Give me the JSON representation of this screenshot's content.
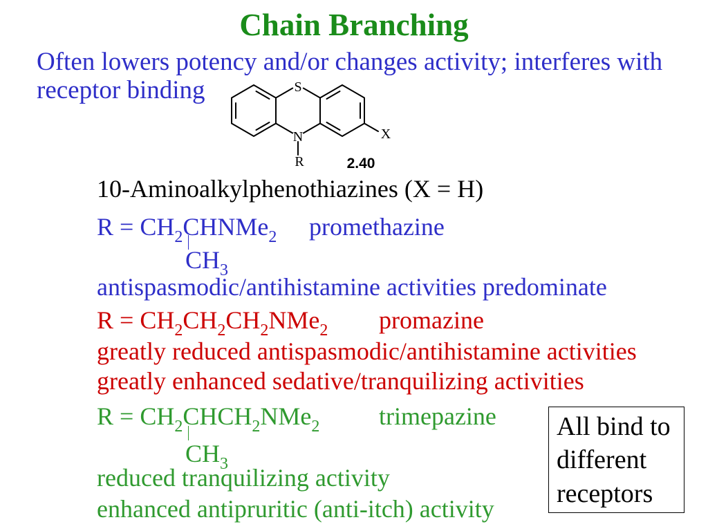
{
  "slide": {
    "title": "Chain Branching",
    "subtitle_lines": [
      "Often lowers potency and/or changes activity; interferes with",
      "receptor binding"
    ]
  },
  "structure": {
    "ring_atom_sulfur": "S",
    "ring_atom_nitrogen": "N",
    "ring_substituent": "X",
    "n_substituent": "R",
    "compound_number": "2.40"
  },
  "class_heading": "10-Aminoalkylphenothiazines (X = H)",
  "compounds": [
    {
      "formula_parts": [
        "R = CH",
        "2",
        "CHNMe",
        "2"
      ],
      "branch_parts": [
        "CH",
        "3"
      ],
      "name": "promethazine",
      "effects": [
        "antispasmodic/antihistamine activities predominate"
      ]
    },
    {
      "formula_parts": [
        "R = CH",
        "2",
        "CH",
        "2",
        "CH",
        "2",
        "NMe",
        "2"
      ],
      "name": "promazine",
      "effects": [
        "greatly reduced antispasmodic/antihistamine activities",
        "greatly enhanced sedative/tranquilizing activities"
      ]
    },
    {
      "formula_parts": [
        "R = CH",
        "2",
        "CHCH",
        "2",
        "NMe",
        "2"
      ],
      "branch_parts": [
        "CH",
        "3"
      ],
      "name": "trimepazine",
      "effects": [
        "reduced tranquilizing activity",
        "enhanced antipruritic (anti-itch) activity"
      ]
    }
  ],
  "note_box": {
    "lines": [
      "All bind to",
      "different",
      "receptors"
    ]
  },
  "colors": {
    "title": "#1a8c1a",
    "blue": "#2e2ec8",
    "red": "#cc0000",
    "green": "#2f9a2f",
    "text": "#000000"
  }
}
